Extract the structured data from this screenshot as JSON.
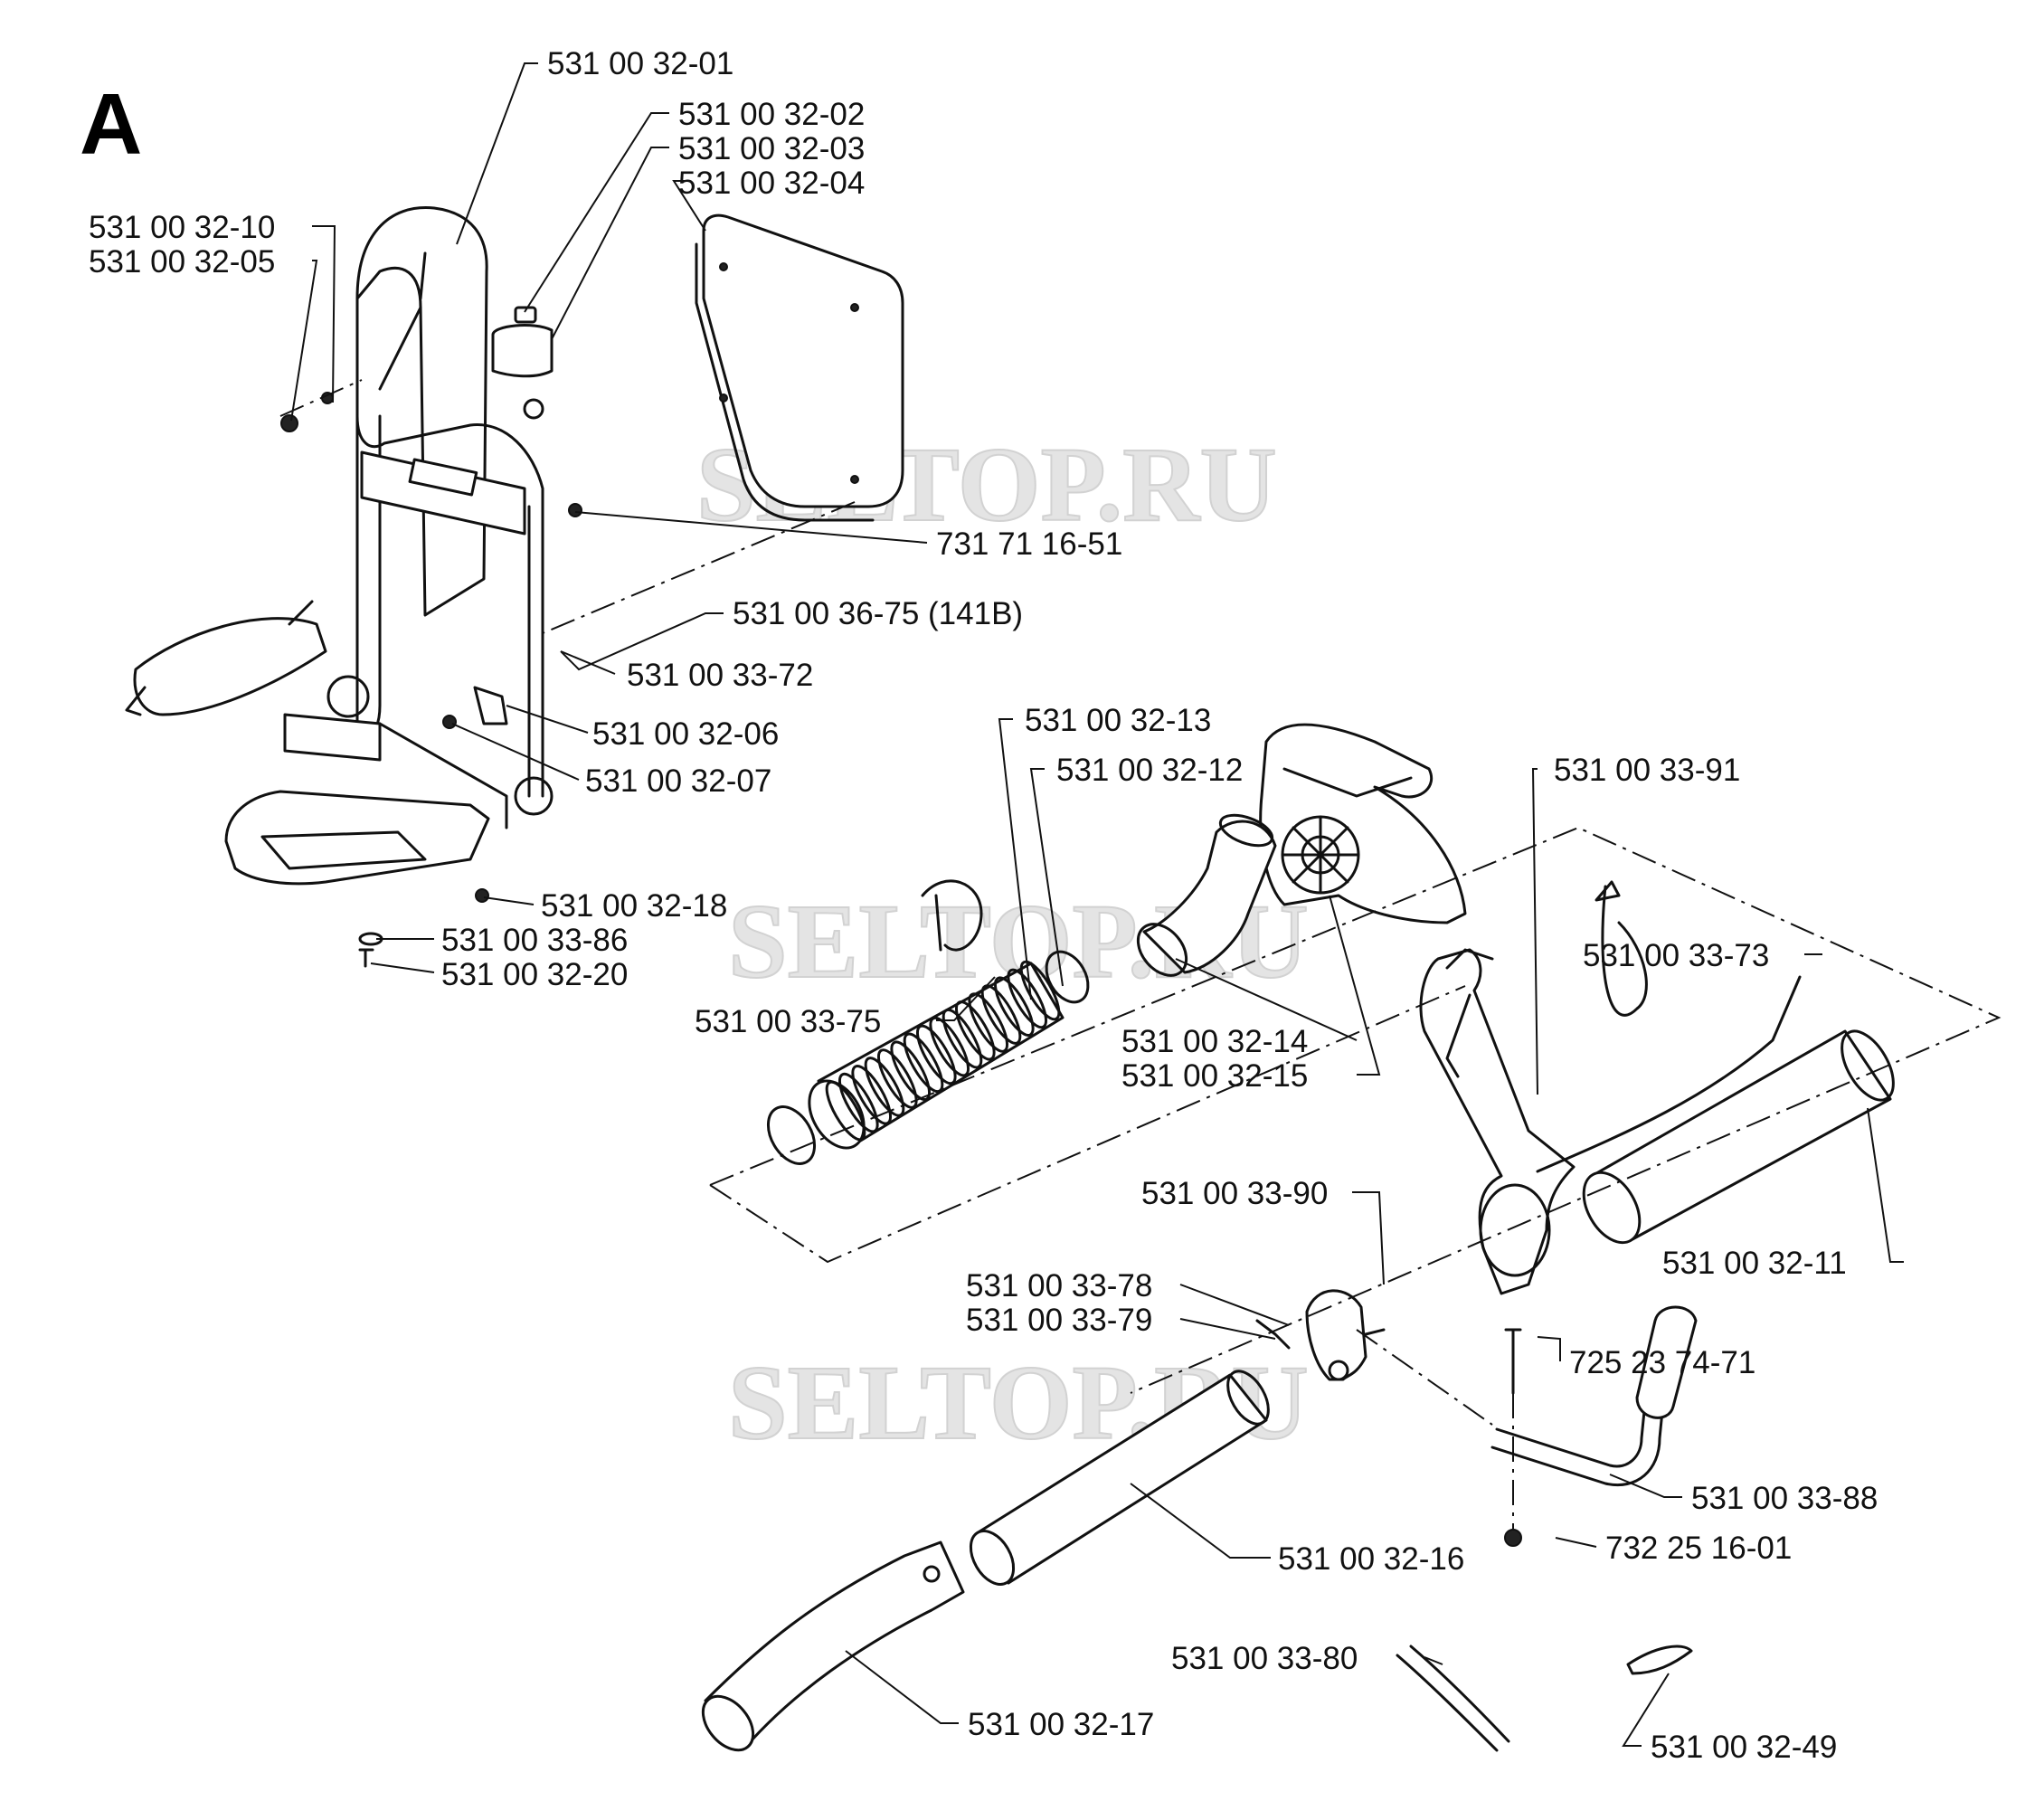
{
  "section_label": "A",
  "watermark": "SELTOP.RU",
  "parts": [
    {
      "id": "p01",
      "number": "531 00 32-01"
    },
    {
      "id": "p02",
      "number": "531 00 32-02"
    },
    {
      "id": "p03",
      "number": "531 00 32-03"
    },
    {
      "id": "p04",
      "number": "531 00 32-04"
    },
    {
      "id": "p10",
      "number": "531 00 32-10"
    },
    {
      "id": "p05",
      "number": "531 00 32-05"
    },
    {
      "id": "p7317116",
      "number": "731 71 16-51"
    },
    {
      "id": "p3675",
      "number": "531 00 36-75 (141B)"
    },
    {
      "id": "p3372",
      "number": "531 00 33-72"
    },
    {
      "id": "p06",
      "number": "531  00 32-06"
    },
    {
      "id": "p07",
      "number": "531 00 32-07"
    },
    {
      "id": "p18",
      "number": "531 00 32-18"
    },
    {
      "id": "p3386",
      "number": "531 00 33-86"
    },
    {
      "id": "p20",
      "number": "531 00 32-20"
    },
    {
      "id": "p13",
      "number": "531 00 32-13"
    },
    {
      "id": "p12",
      "number": "531 00 32-12"
    },
    {
      "id": "p3391",
      "number": "531 00 33-91"
    },
    {
      "id": "p3373",
      "number": "531 00 33-73"
    },
    {
      "id": "p3375",
      "number": "531 00 33-75"
    },
    {
      "id": "p14",
      "number": "531 00 32-14"
    },
    {
      "id": "p15",
      "number": "531 00 32-15"
    },
    {
      "id": "p3390",
      "number": "531 00 33-90"
    },
    {
      "id": "p11",
      "number": "531 00 32-11"
    },
    {
      "id": "p3378",
      "number": "531 00 33-78"
    },
    {
      "id": "p3379",
      "number": "531 00 33-79"
    },
    {
      "id": "p7252374",
      "number": "725 23 74-71"
    },
    {
      "id": "p3388",
      "number": "531 00 33-88"
    },
    {
      "id": "p16",
      "number": "531 00 32-16"
    },
    {
      "id": "p7322516",
      "number": "732 25 16-01"
    },
    {
      "id": "p3380",
      "number": "531 00 33-80"
    },
    {
      "id": "p17",
      "number": "531 00 32-17"
    },
    {
      "id": "p49",
      "number": "531 00 32-49"
    }
  ]
}
